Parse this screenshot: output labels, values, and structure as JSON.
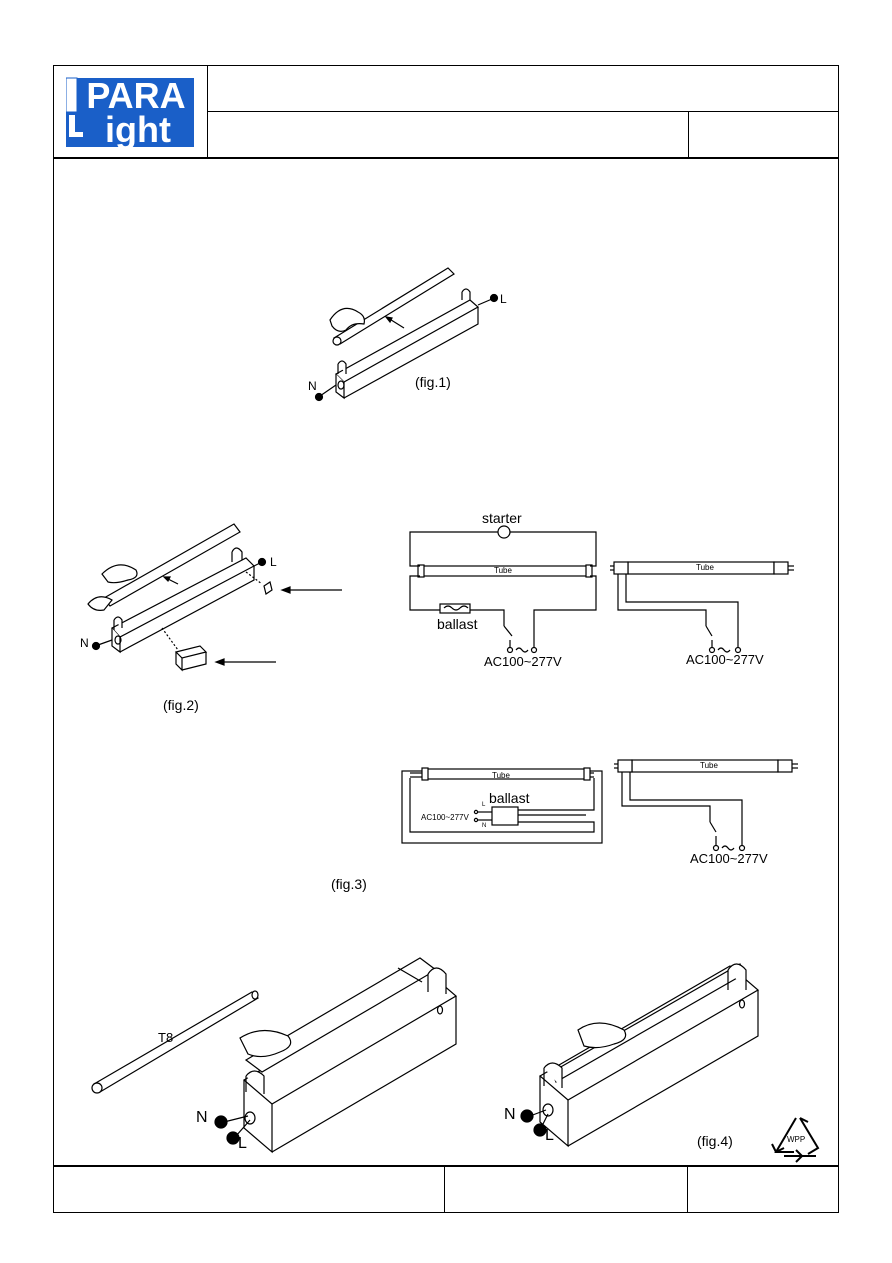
{
  "logo": {
    "top": "PARA",
    "bottom_letter": "L",
    "bottom": "ight",
    "brand_color": "#1a5fc8"
  },
  "fig1": {
    "caption": "(fig.1)",
    "n": "N",
    "l": "L"
  },
  "fig2": {
    "caption": "(fig.2)",
    "n": "N",
    "l": "L"
  },
  "circuit1": {
    "starter": "starter",
    "tube": "Tube",
    "ballast": "ballast",
    "voltage": "AC100~277V"
  },
  "circuit2": {
    "tube": "Tube",
    "voltage": "AC100~277V"
  },
  "circuit3": {
    "tube": "Tube",
    "ballast": "ballast",
    "voltage": "AC100~277V",
    "l": "L",
    "n": "N"
  },
  "circuit4": {
    "tube": "Tube",
    "voltage": "AC100~277V"
  },
  "fig3": {
    "caption": "(fig.3)"
  },
  "fig4": {
    "caption": "(fig.4)",
    "t8": "T8",
    "n1": "N",
    "l1": "L",
    "n2": "N",
    "l2": "L",
    "recycle": "WPP"
  }
}
